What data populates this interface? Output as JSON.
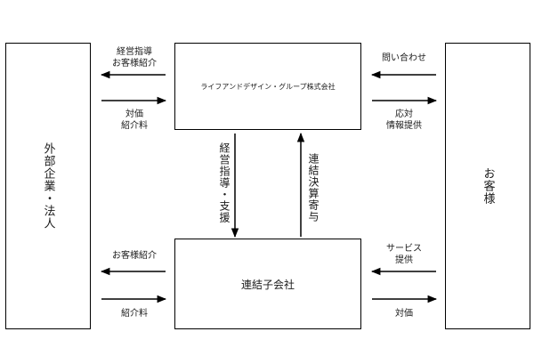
{
  "entities": {
    "external": "外部企業・法人",
    "customer": "お客様",
    "parent": "ライフアンドデザイン・グループ株式会社",
    "subsidiary": "連結子会社"
  },
  "flows": {
    "parent_to_external": [
      "経営指導",
      "お客様紹介"
    ],
    "external_to_parent": [
      "対価",
      "紹介料"
    ],
    "customer_to_parent": "問い合わせ",
    "parent_to_customer": [
      "応対",
      "情報提供"
    ],
    "parent_to_subsidiary": "経営指導・支援",
    "subsidiary_to_parent": "連結決算寄与",
    "subsidiary_to_external": "お客様紹介",
    "external_to_subsidiary": "紹介料",
    "subsidiary_to_customer": [
      "サービス",
      "提供"
    ],
    "customer_to_subsidiary": "対価"
  }
}
